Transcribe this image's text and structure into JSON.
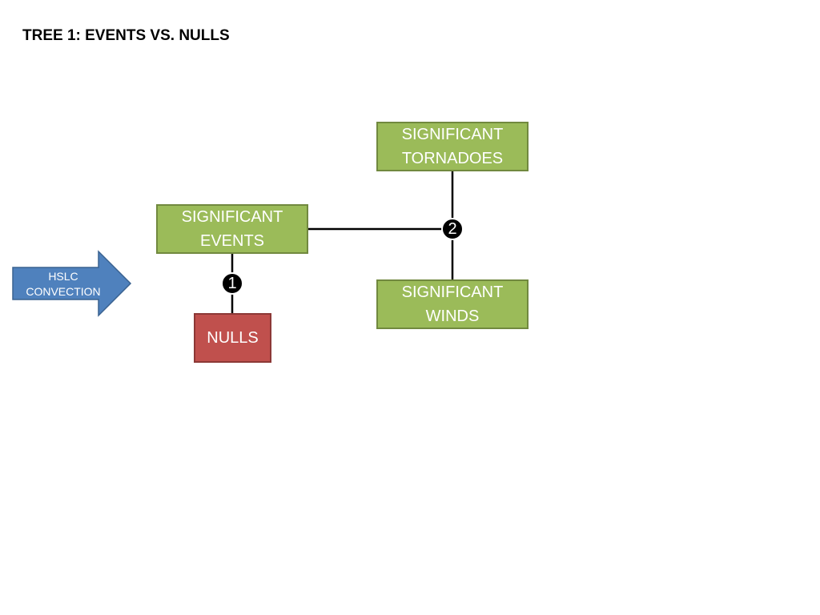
{
  "title": "TREE 1: EVENTS VS. NULLS",
  "arrow": {
    "lines": [
      "HSLC",
      "CONVECTION"
    ],
    "color": "#4f81bd"
  },
  "nodes": {
    "events": {
      "lines": [
        "SIGNIFICANT",
        "EVENTS"
      ],
      "color": "#9bbb59"
    },
    "tornadoes": {
      "lines": [
        "SIGNIFICANT",
        "TORNADOES"
      ],
      "color": "#9bbb59"
    },
    "winds": {
      "lines": [
        "SIGNIFICANT",
        "WINDS"
      ],
      "color": "#9bbb59"
    },
    "nulls": {
      "lines": [
        "NULLS"
      ],
      "color": "#c0504d"
    }
  },
  "badges": {
    "split1": "1",
    "split2": "2"
  }
}
